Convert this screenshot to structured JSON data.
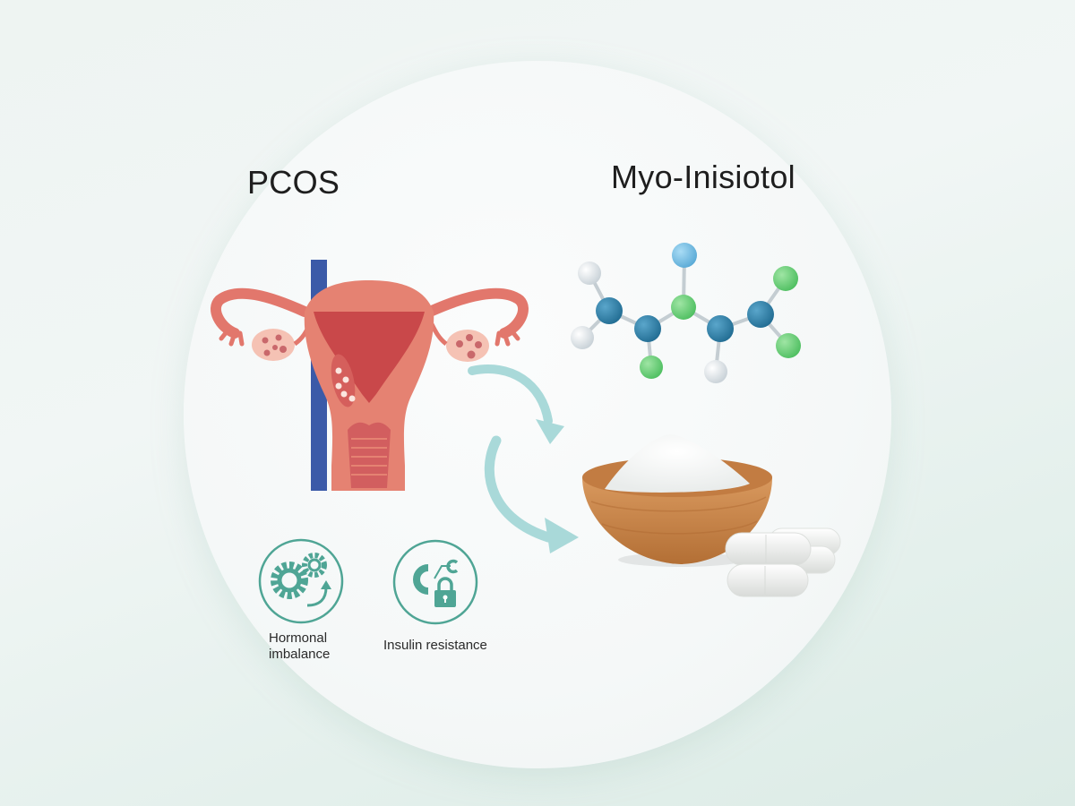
{
  "left_panel": {
    "title": "PCOS",
    "illustration": "uterus-with-polycystic-ovaries",
    "icons": [
      {
        "name": "gears-icon",
        "label_line1": "Hormonal",
        "label_line2": "imbalance"
      },
      {
        "name": "insulin-lock-icon",
        "label": "Insulin resistance"
      }
    ]
  },
  "right_panel": {
    "title": "Myo-Inisiotol",
    "illustration_molecule": "molecule-ball-and-stick",
    "illustration_product": "powder-bowl-with-capsules"
  },
  "arrows": [
    "curved-arrow-top",
    "curved-arrow-bottom"
  ],
  "colors": {
    "accent_teal": "#4fa595",
    "arrow": "#a9d9d9",
    "uterus": "#e2776c",
    "vessel": "#3b5aa8",
    "atom_dark_blue": "#2f7fa6",
    "atom_light_blue": "#79bfe3",
    "atom_green": "#6fce7a",
    "atom_white": "#e8ecef",
    "bowl": "#c9864b"
  }
}
